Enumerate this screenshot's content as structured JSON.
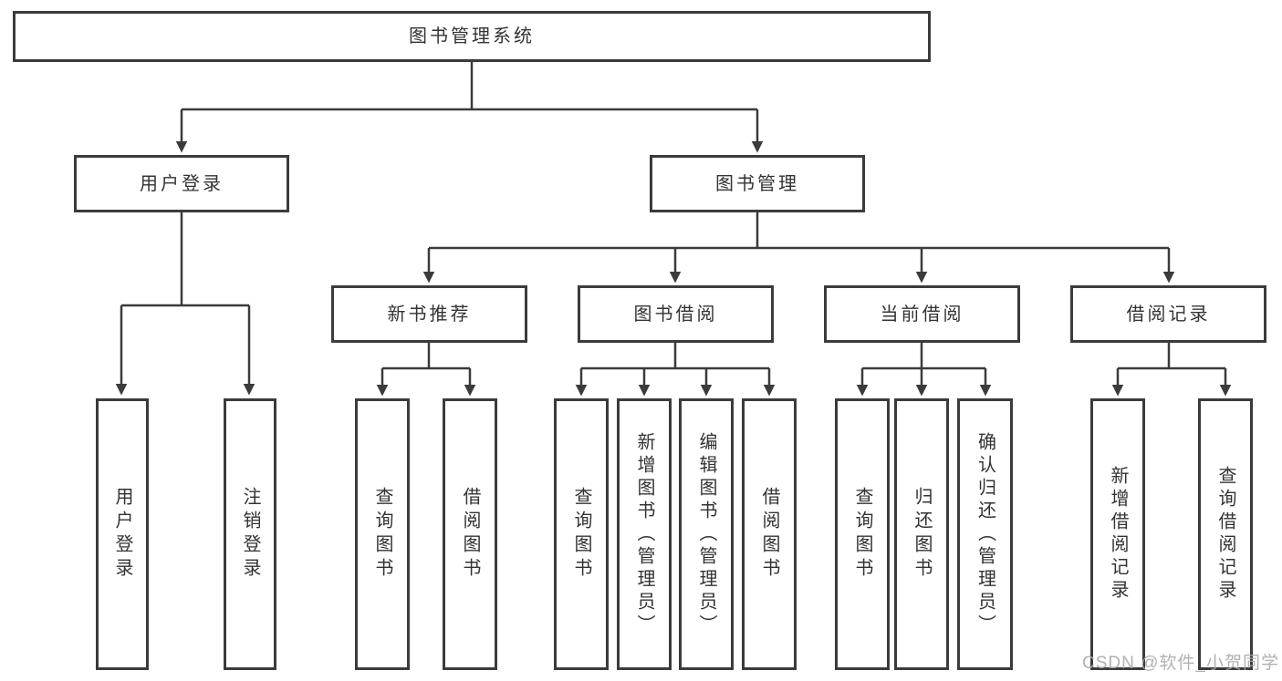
{
  "diagram": {
    "type": "hierarchy-tree",
    "title": "图书管理系统",
    "tree": {
      "label": "图书管理系统",
      "children": [
        {
          "label": "用户登录",
          "children": [
            {
              "label": "用户登录"
            },
            {
              "label": "注销登录"
            }
          ]
        },
        {
          "label": "图书管理",
          "children": [
            {
              "label": "新书推荐",
              "children": [
                {
                  "label": "查询图书"
                },
                {
                  "label": "借阅图书"
                }
              ]
            },
            {
              "label": "图书借阅",
              "children": [
                {
                  "label": "查询图书"
                },
                {
                  "label": "新增图书（管理员）"
                },
                {
                  "label": "编辑图书（管理员）"
                },
                {
                  "label": "借阅图书"
                }
              ]
            },
            {
              "label": "当前借阅",
              "children": [
                {
                  "label": "查询图书"
                },
                {
                  "label": "归还图书"
                },
                {
                  "label": "确认归还（管理员）"
                }
              ]
            },
            {
              "label": "借阅记录",
              "children": [
                {
                  "label": "新增借阅记录"
                },
                {
                  "label": "查询借阅记录"
                }
              ]
            }
          ]
        }
      ]
    },
    "colors": {
      "line": "#3b3b3b",
      "text": "#333333",
      "background": "#ffffff",
      "watermark": "#a8a8a8"
    }
  },
  "watermark": {
    "text": "CSDN @软件_小贺同学"
  }
}
